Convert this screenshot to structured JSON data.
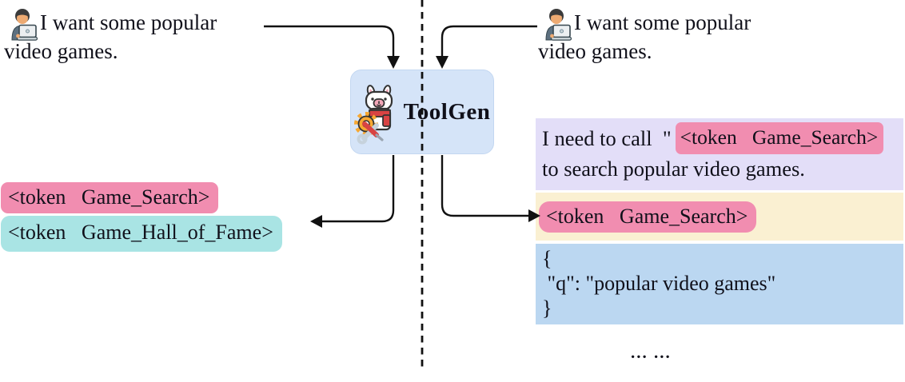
{
  "palette": {
    "token_pink": "#F18DB0",
    "token_teal": "#A9E4E4",
    "thought_lavender": "#E3DEF8",
    "action_cream": "#FAF0D2",
    "params_blue": "#BBD7F1",
    "toolgen_box_blue": "#D5E4F8",
    "line_black": "#111111"
  },
  "toolgen": {
    "label": "ToolGen",
    "logo_icon": "llama-with-tools-icon"
  },
  "left": {
    "query": {
      "icon": "user-at-laptop-icon",
      "line1": "I want some popular",
      "line2": "video games."
    },
    "output_tokens": [
      {
        "text": "<token   Game_Search>",
        "color": "#F18DB0"
      },
      {
        "text": "<token   Game_Hall_of_Fame>",
        "color": "#A9E4E4"
      }
    ]
  },
  "right": {
    "query": {
      "icon": "user-at-laptop-icon",
      "line1": "I want some popular",
      "line2": "video games."
    },
    "thought": {
      "prefix": "I need to call  \"",
      "token": "<token   Game_Search>",
      "suffix": "to search popular video games."
    },
    "action_token": "<token   Game_Search>",
    "tool_call_json": {
      "lines": [
        "{",
        " \"q\": \"popular video games\"",
        "}"
      ]
    },
    "ellipsis": "... ..."
  }
}
